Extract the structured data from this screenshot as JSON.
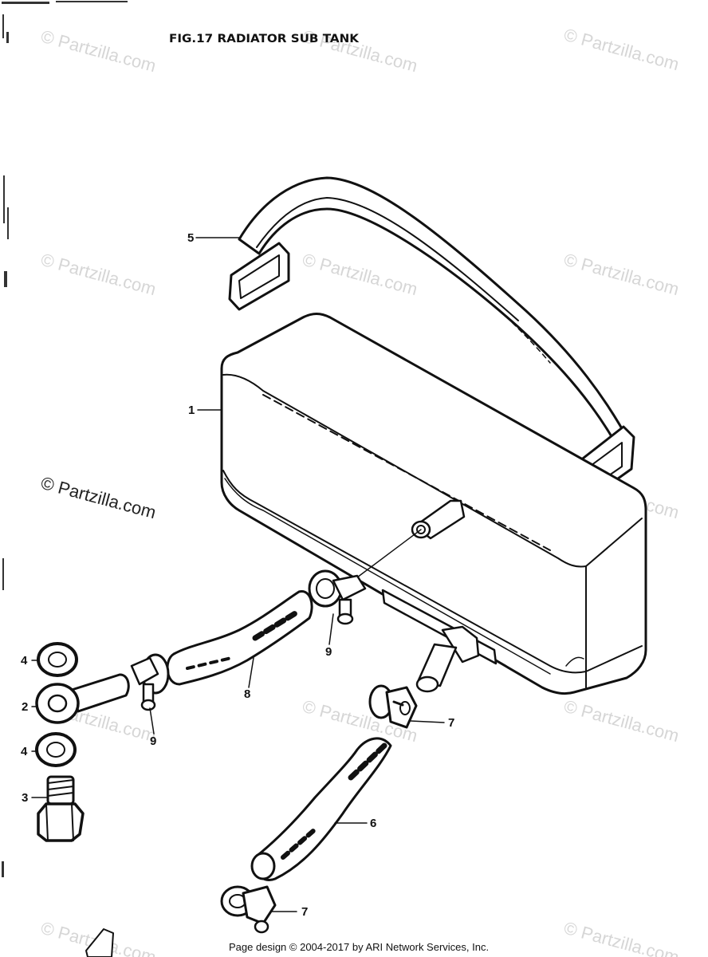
{
  "title": "FIG.17  RADIATOR SUB TANK",
  "watermark": "© Partzilla.com",
  "footer": "Page design © 2004-2017 by ARI Network Services, Inc.",
  "callouts": {
    "c1": "1",
    "c2": "2",
    "c3": "3",
    "c4a": "4",
    "c4b": "4",
    "c5": "5",
    "c6": "6",
    "c7a": "7",
    "c7b": "7",
    "c8": "8",
    "c9a": "9",
    "c9b": "9"
  },
  "colors": {
    "ink": "#111111",
    "watermark": "#d6d6d6",
    "background": "#ffffff"
  }
}
